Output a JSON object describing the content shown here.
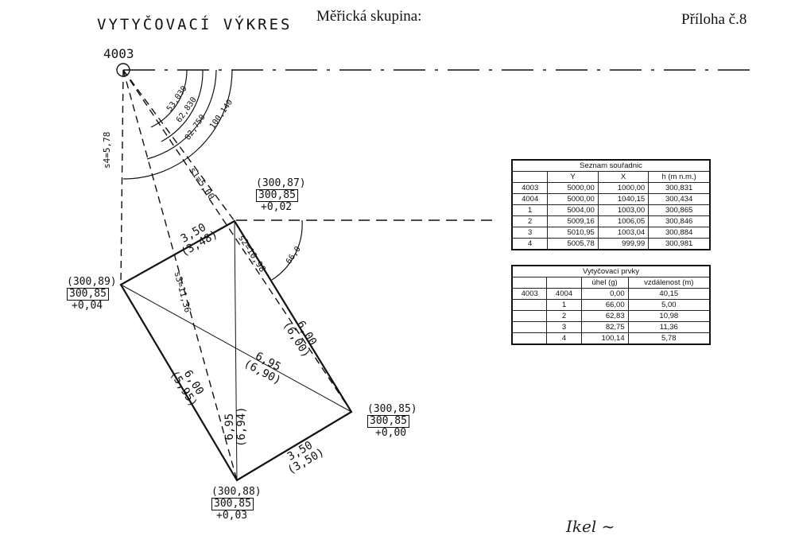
{
  "header": {
    "title": "VYTYČOVACÍ VÝKRES",
    "scale_group_label": "Měřická skupina:",
    "appendix": "Příloha č.8"
  },
  "drawing": {
    "station_label": "4003",
    "radial_labels": [
      "s4=5,78",
      "s1=5,00",
      "s2=10,98",
      "s3=11,36"
    ],
    "angle_labels": [
      "53,030",
      "62,830",
      "82,750",
      "100,140",
      "66,0"
    ],
    "side_labels": [
      {
        "top": "3,50",
        "bottom": "(3,48)"
      },
      {
        "top": "6,00",
        "bottom": "(6,00)"
      },
      {
        "top": "6,00",
        "bottom": "(5,95)"
      },
      {
        "top": "3,50",
        "bottom": "(3,50)"
      },
      {
        "top": "6,95",
        "bottom": "(6,94)"
      },
      {
        "top": "6,95",
        "bottom": "(6,90)"
      }
    ],
    "height_labels": [
      {
        "measured": "(300,87)",
        "design": "300,85",
        "difference": "+0,02"
      },
      {
        "measured": "(300,89)",
        "design": "300,85",
        "difference": "+0,04"
      },
      {
        "measured": "(300,85)",
        "design": "300,85",
        "difference": "+0,00"
      },
      {
        "measured": "(300,88)",
        "design": "300,85",
        "difference": "+0,03"
      }
    ],
    "signature": "Ikel ~",
    "line_color": "#111111"
  },
  "coordinates_table": {
    "title": "Seznam souřadnic",
    "headers": [
      "",
      "Y",
      "X",
      "h (m n.m.)"
    ],
    "rows": [
      [
        "4003",
        "5000,00",
        "1000,00",
        "300,831"
      ],
      [
        "4004",
        "5000,00",
        "1040,15",
        "300,434"
      ],
      [
        "1",
        "5004,00",
        "1003,00",
        "300,865"
      ],
      [
        "2",
        "5009,16",
        "1006,05",
        "300,846"
      ],
      [
        "3",
        "5010,95",
        "1003,04",
        "300,884"
      ],
      [
        "4",
        "5005,78",
        "999,99",
        "300,981"
      ]
    ]
  },
  "setout_table": {
    "title": "Vytyčovací prvky",
    "headers": [
      "",
      "",
      "úhel (g)",
      "vzdálenost (m)"
    ],
    "rows": [
      [
        "4003",
        "4004",
        "0,00",
        "40,15"
      ],
      [
        "",
        "1",
        "66,00",
        "5,00"
      ],
      [
        "",
        "2",
        "62,83",
        "10,98"
      ],
      [
        "",
        "3",
        "82,75",
        "11,36"
      ],
      [
        "",
        "4",
        "100,14",
        "5,78"
      ]
    ]
  }
}
